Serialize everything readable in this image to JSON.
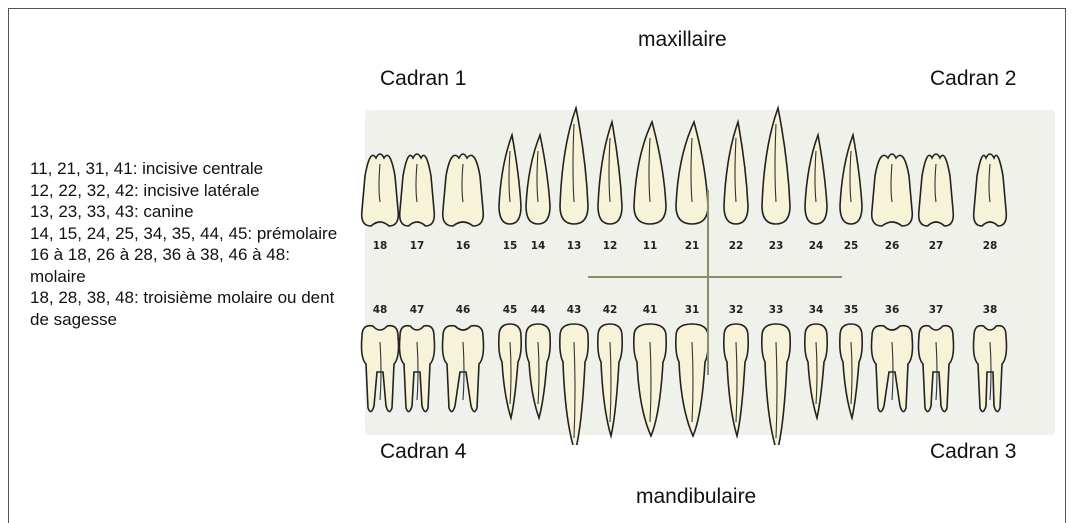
{
  "titles": {
    "top": "maxillaire",
    "bottom": "mandibulaire"
  },
  "quadrants": {
    "q1": "Cadran 1",
    "q2": "Cadran 2",
    "q3": "Cadran 3",
    "q4": "Cadran 4"
  },
  "legend": [
    "11, 21, 31, 41: incisive centrale",
    "12, 22, 32, 42: incisive latérale",
    "13, 23, 33, 43: canine",
    "14, 15, 24, 25, 34, 35, 44, 45: prémolaire",
    "16 à 18, 26 à 28, 36 à 38, 46 à 48: molaire",
    "18, 28, 38, 48: troisième molaire ou dent de sagesse"
  ],
  "upper_teeth": [
    {
      "num": "18",
      "kind": "molar"
    },
    {
      "num": "17",
      "kind": "molar"
    },
    {
      "num": "16",
      "kind": "molar"
    },
    {
      "num": "15",
      "kind": "premolar"
    },
    {
      "num": "14",
      "kind": "premolar"
    },
    {
      "num": "13",
      "kind": "canine"
    },
    {
      "num": "12",
      "kind": "incisor"
    },
    {
      "num": "11",
      "kind": "incisor"
    },
    {
      "num": "21",
      "kind": "incisor"
    },
    {
      "num": "22",
      "kind": "incisor"
    },
    {
      "num": "23",
      "kind": "canine"
    },
    {
      "num": "24",
      "kind": "premolar"
    },
    {
      "num": "25",
      "kind": "premolar"
    },
    {
      "num": "26",
      "kind": "molar"
    },
    {
      "num": "27",
      "kind": "molar"
    },
    {
      "num": "28",
      "kind": "molar"
    }
  ],
  "lower_teeth": [
    {
      "num": "48",
      "kind": "molar"
    },
    {
      "num": "47",
      "kind": "molar"
    },
    {
      "num": "46",
      "kind": "molar"
    },
    {
      "num": "45",
      "kind": "premolar"
    },
    {
      "num": "44",
      "kind": "premolar"
    },
    {
      "num": "43",
      "kind": "canine"
    },
    {
      "num": "42",
      "kind": "incisor"
    },
    {
      "num": "41",
      "kind": "incisor"
    },
    {
      "num": "31",
      "kind": "incisor"
    },
    {
      "num": "32",
      "kind": "incisor"
    },
    {
      "num": "33",
      "kind": "canine"
    },
    {
      "num": "34",
      "kind": "premolar"
    },
    {
      "num": "35",
      "kind": "premolar"
    },
    {
      "num": "36",
      "kind": "molar"
    },
    {
      "num": "37",
      "kind": "molar"
    },
    {
      "num": "38",
      "kind": "molar"
    }
  ],
  "colors": {
    "tooth_fill": "#f6f3d9",
    "outline": "#222222",
    "midline": "#8a8f6a"
  }
}
